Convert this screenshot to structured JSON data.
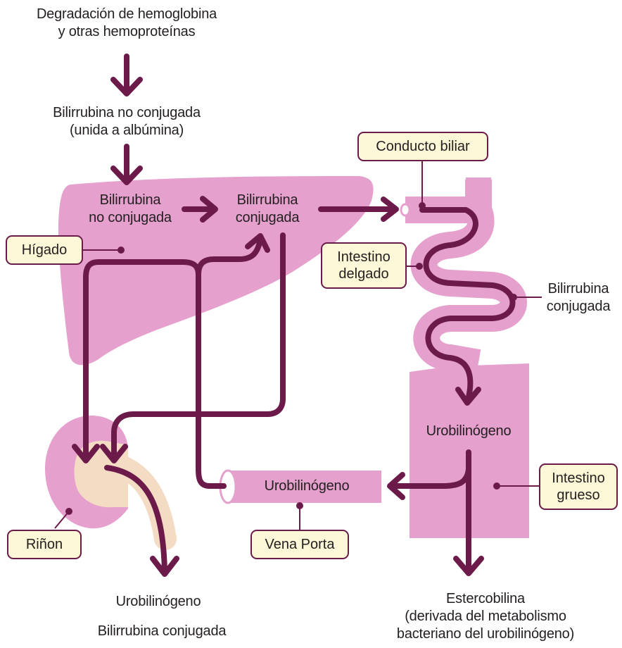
{
  "source": {
    "line1": "Degradación de hemoglobina",
    "line2": "y otras hemoproteínas"
  },
  "blood_bilirubin": {
    "line1": "Bilirrubina no conjugada",
    "line2": "(unida a albúmina)"
  },
  "liver_unconjugated": {
    "line1": "Bilirrubina",
    "line2": "no conjugada"
  },
  "liver_conjugated": {
    "line1": "Bilirrubina",
    "line2": "conjugada"
  },
  "intestine_conjugated": {
    "line1": "Bilirrubina",
    "line2": "conjugada"
  },
  "colon_urobilinogen": "Urobilinógeno",
  "portal_urobilinogen": "Urobilinógeno",
  "urine_urobilinogen": "Urobilinógeno",
  "urine_bilirubin": "Bilirrubina conjugada",
  "stercobilin": {
    "line1": "Estercobilina",
    "line2": "(derivada del metabolismo",
    "line3": "bacteriano del urobilinógeno)"
  },
  "callouts": {
    "bile_duct": "Conducto biliar",
    "liver": "Hígado",
    "small_intestine": {
      "line1": "Intestino",
      "line2": "delgado"
    },
    "large_intestine": {
      "line1": "Intestino",
      "line2": "grueso"
    },
    "kidney": "Riñon",
    "portal_vein": "Vena Porta"
  },
  "colors": {
    "organ_pink": "#e6a0cd",
    "kidney_inner": "#f4dcc4",
    "arrow_purple": "#6b1a4a",
    "callout_fill": "#fcf7d6"
  }
}
